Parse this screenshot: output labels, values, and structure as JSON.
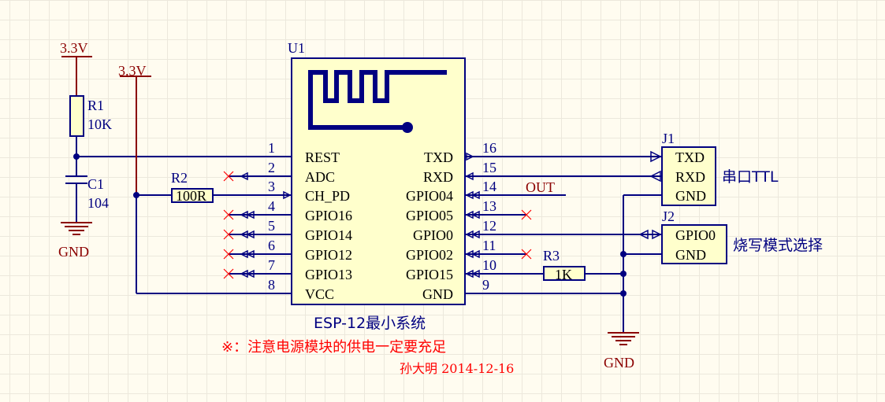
{
  "power": {
    "vcc_left": "3.3V",
    "vcc_mid": "3.3V",
    "gnd_left": "GND",
    "gnd_right": "GND"
  },
  "components": {
    "r1": {
      "ref": "R1",
      "value": "10K"
    },
    "c1": {
      "ref": "C1",
      "value": "104"
    },
    "r2": {
      "ref": "R2",
      "value": "100R"
    },
    "r3": {
      "ref": "R3",
      "value": "1K"
    },
    "u1": {
      "ref": "U1",
      "name": "ESP-12最小系统"
    },
    "j1": {
      "ref": "J1",
      "pins": [
        "TXD",
        "RXD",
        "GND"
      ],
      "label": "串口TTL"
    },
    "j2": {
      "ref": "J2",
      "pins": [
        "GPIO0",
        "GND"
      ],
      "label": "烧写模式选择"
    }
  },
  "u1_left_pins": [
    {
      "num": "1",
      "name": "REST"
    },
    {
      "num": "2",
      "name": "ADC"
    },
    {
      "num": "3",
      "name": "CH_PD"
    },
    {
      "num": "4",
      "name": "GPIO16"
    },
    {
      "num": "5",
      "name": "GPIO14"
    },
    {
      "num": "6",
      "name": "GPIO12"
    },
    {
      "num": "7",
      "name": "GPIO13"
    },
    {
      "num": "8",
      "name": "VCC"
    }
  ],
  "u1_right_pins": [
    {
      "num": "16",
      "name": "TXD"
    },
    {
      "num": "15",
      "name": "RXD"
    },
    {
      "num": "14",
      "name": "GPIO04"
    },
    {
      "num": "13",
      "name": "GPIO05"
    },
    {
      "num": "12",
      "name": "GPIO0"
    },
    {
      "num": "11",
      "name": "GPIO02"
    },
    {
      "num": "10",
      "name": "GPIO15"
    },
    {
      "num": "9",
      "name": "GND"
    }
  ],
  "net_out": "OUT",
  "note": "※：注意电源模块的供电一定要充足",
  "author": "孙大明 2014-12-16",
  "colors": {
    "wire": "#000080",
    "power": "#8b0000",
    "body_fill": "#ffffcc",
    "note": "#ff0000",
    "background": "#fffcf0"
  }
}
